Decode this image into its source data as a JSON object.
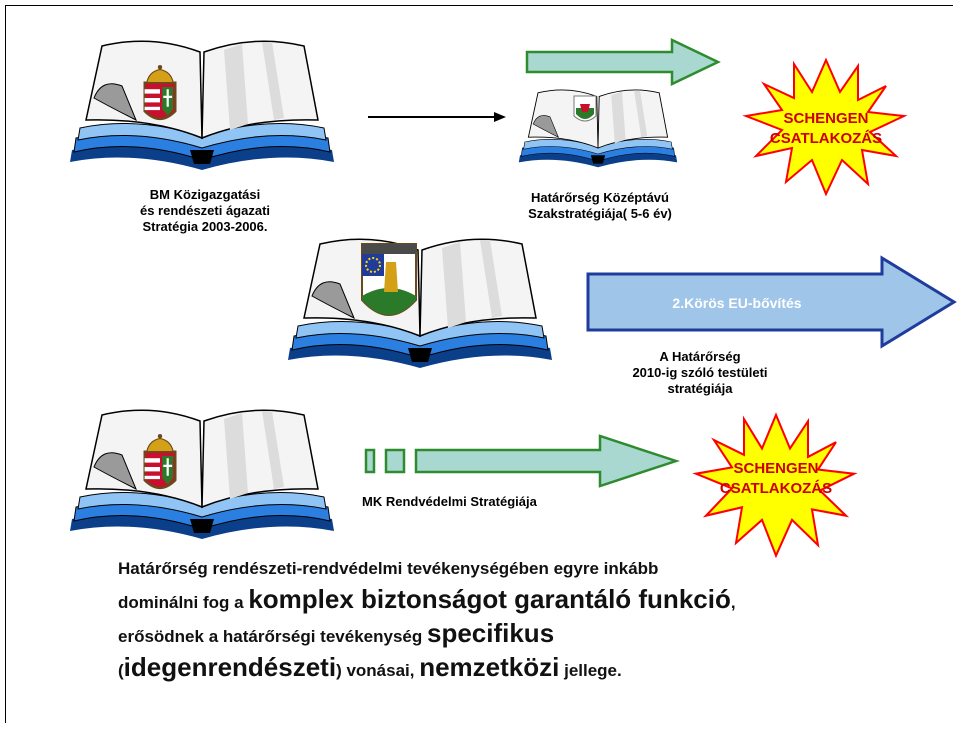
{
  "books": {
    "book1_caption": [
      "BM Közigazgatási",
      "és rendészeti ágazati",
      "Stratégia 2003-2006."
    ],
    "book2_caption": [
      "Határőrség Középtávú",
      "Szakstratégiája( 5-6 év)"
    ],
    "book3_caption": [
      "A Határőrség",
      "2010-ig szóló testületi",
      "stratégiája"
    ],
    "book4_caption": "MK Rendvédelmi Stratégiája"
  },
  "arrows": {
    "big_arrow_label": "2.Körös EU-bővítés"
  },
  "bursts": {
    "burst_lines": [
      "SCHENGEN",
      "CSATLAKOZÁS"
    ]
  },
  "summary": {
    "p1": "Határőrség rendészeti-rendvédelmi tevékenységében egyre inkább",
    "p2a": "dominálni fog  a ",
    "p2b": "komplex biztonságot garantáló funkció",
    "p2c": ",",
    "p3a": "erősödnek a határőrségi tevékenység ",
    "p3b": "specifikus",
    "p4a": " (",
    "p4b": "idegenrendészeti",
    "p4c": ") vonásai, ",
    "p4d": "nemzetközi",
    "p4e": " jellege",
    "p4f": "."
  },
  "colors": {
    "arrow_fill": "#a8d8d0",
    "arrow_stroke_green": "#2e8b2e",
    "big_arrow_fill": "#9fc5e8",
    "big_arrow_stroke": "#1f3c9c",
    "burst_fill": "#ffff00",
    "burst_stroke": "#ff0000",
    "burst_text": "#cc0000",
    "book_blue": "#1f6fd0"
  }
}
